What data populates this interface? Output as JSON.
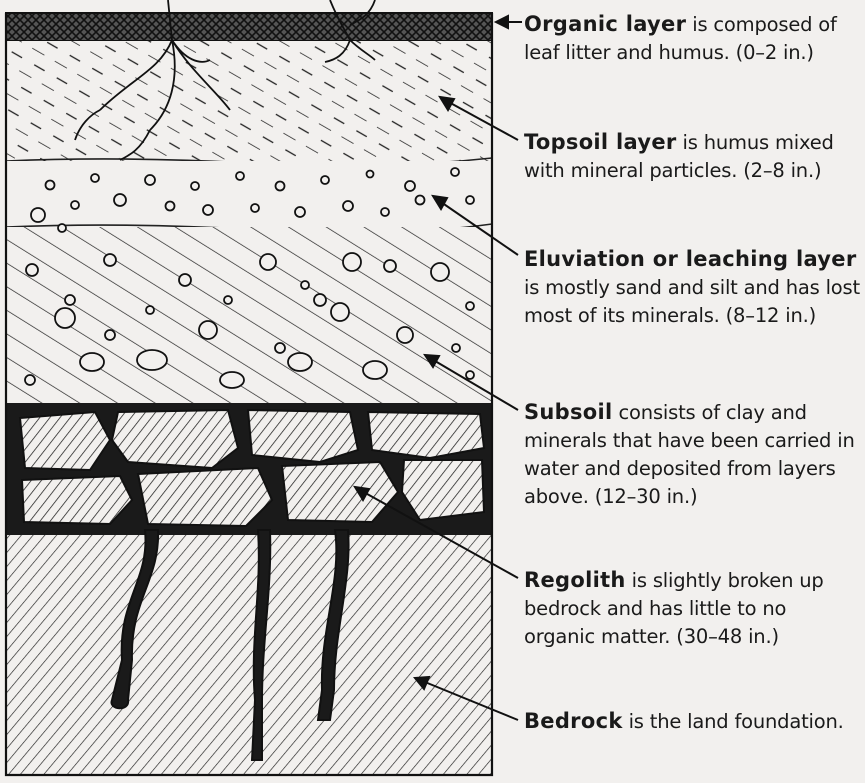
{
  "layers": [
    {
      "name": "organic",
      "term": "Organic layer",
      "text": " is composed of leaf litter and humus. (0–2 in.)"
    },
    {
      "name": "topsoil",
      "term": "Topsoil layer",
      "text": " is humus mixed with mineral particles. (2–8 in.)"
    },
    {
      "name": "eluviation",
      "term": "Eluviation or leaching layer",
      "text": " is mostly sand and silt and has lost most of its minerals. (8–12 in.)"
    },
    {
      "name": "subsoil",
      "term": "Subsoil",
      "text": " consists of clay and minerals that have been carried in water and deposited from layers above. (12–30 in.)"
    },
    {
      "name": "regolith",
      "term": "Regolith",
      "text": " is slightly broken up bedrock and has little to no organic matter. (30–48 in.)"
    },
    {
      "name": "bedrock",
      "term": "Bedrock",
      "text": " is the land foundation."
    }
  ],
  "colors": {
    "ink": "#1a1a1a",
    "paper": "#f2f0ee"
  }
}
